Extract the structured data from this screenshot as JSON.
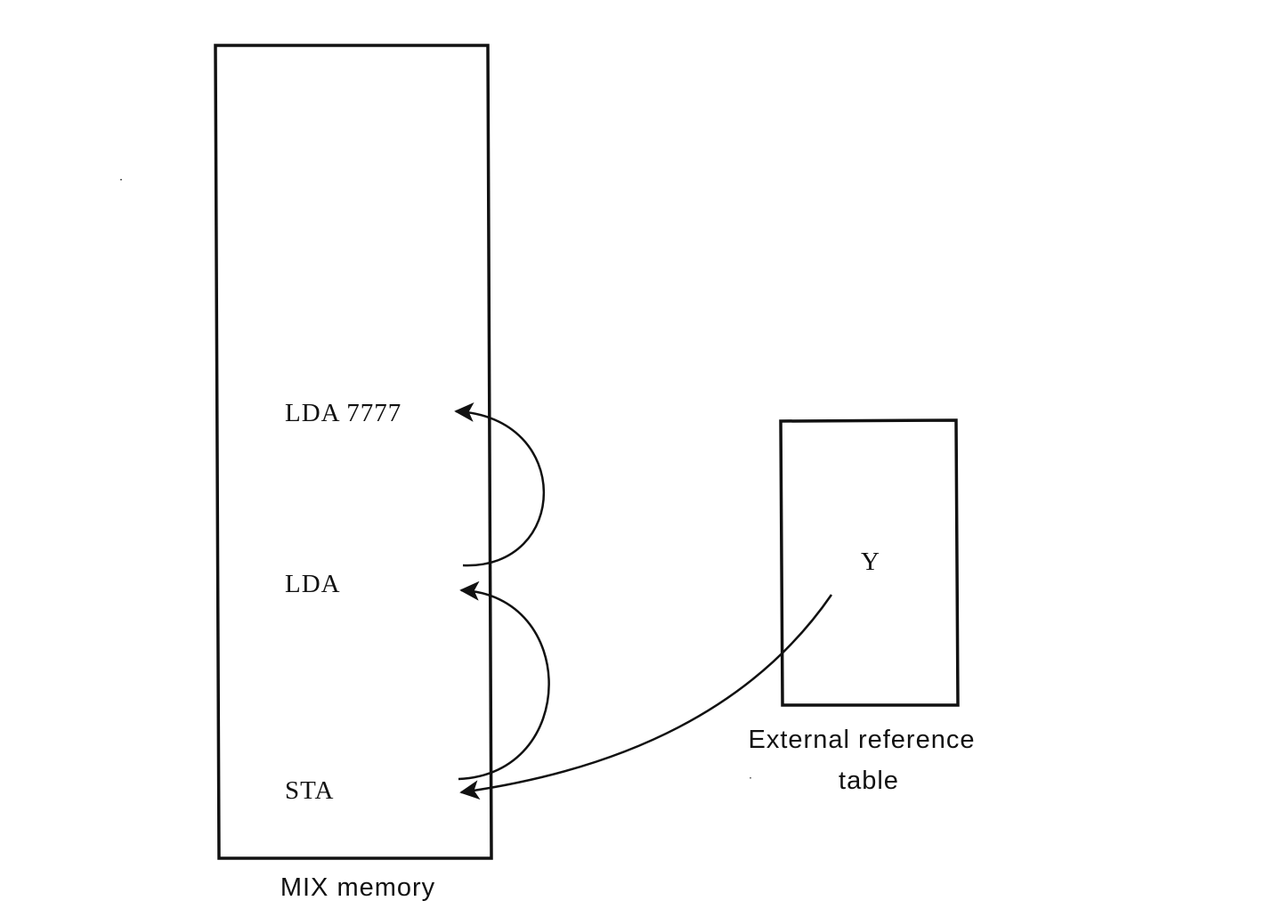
{
  "memory": {
    "caption": "MIX memory",
    "entries": [
      {
        "text": "LDA 7777"
      },
      {
        "text": "LDA"
      },
      {
        "text": "STA"
      }
    ]
  },
  "ext_table": {
    "entry": "Y",
    "caption_line1": "External reference",
    "caption_line2": "table"
  },
  "style": {
    "stroke_color": "#111111"
  }
}
